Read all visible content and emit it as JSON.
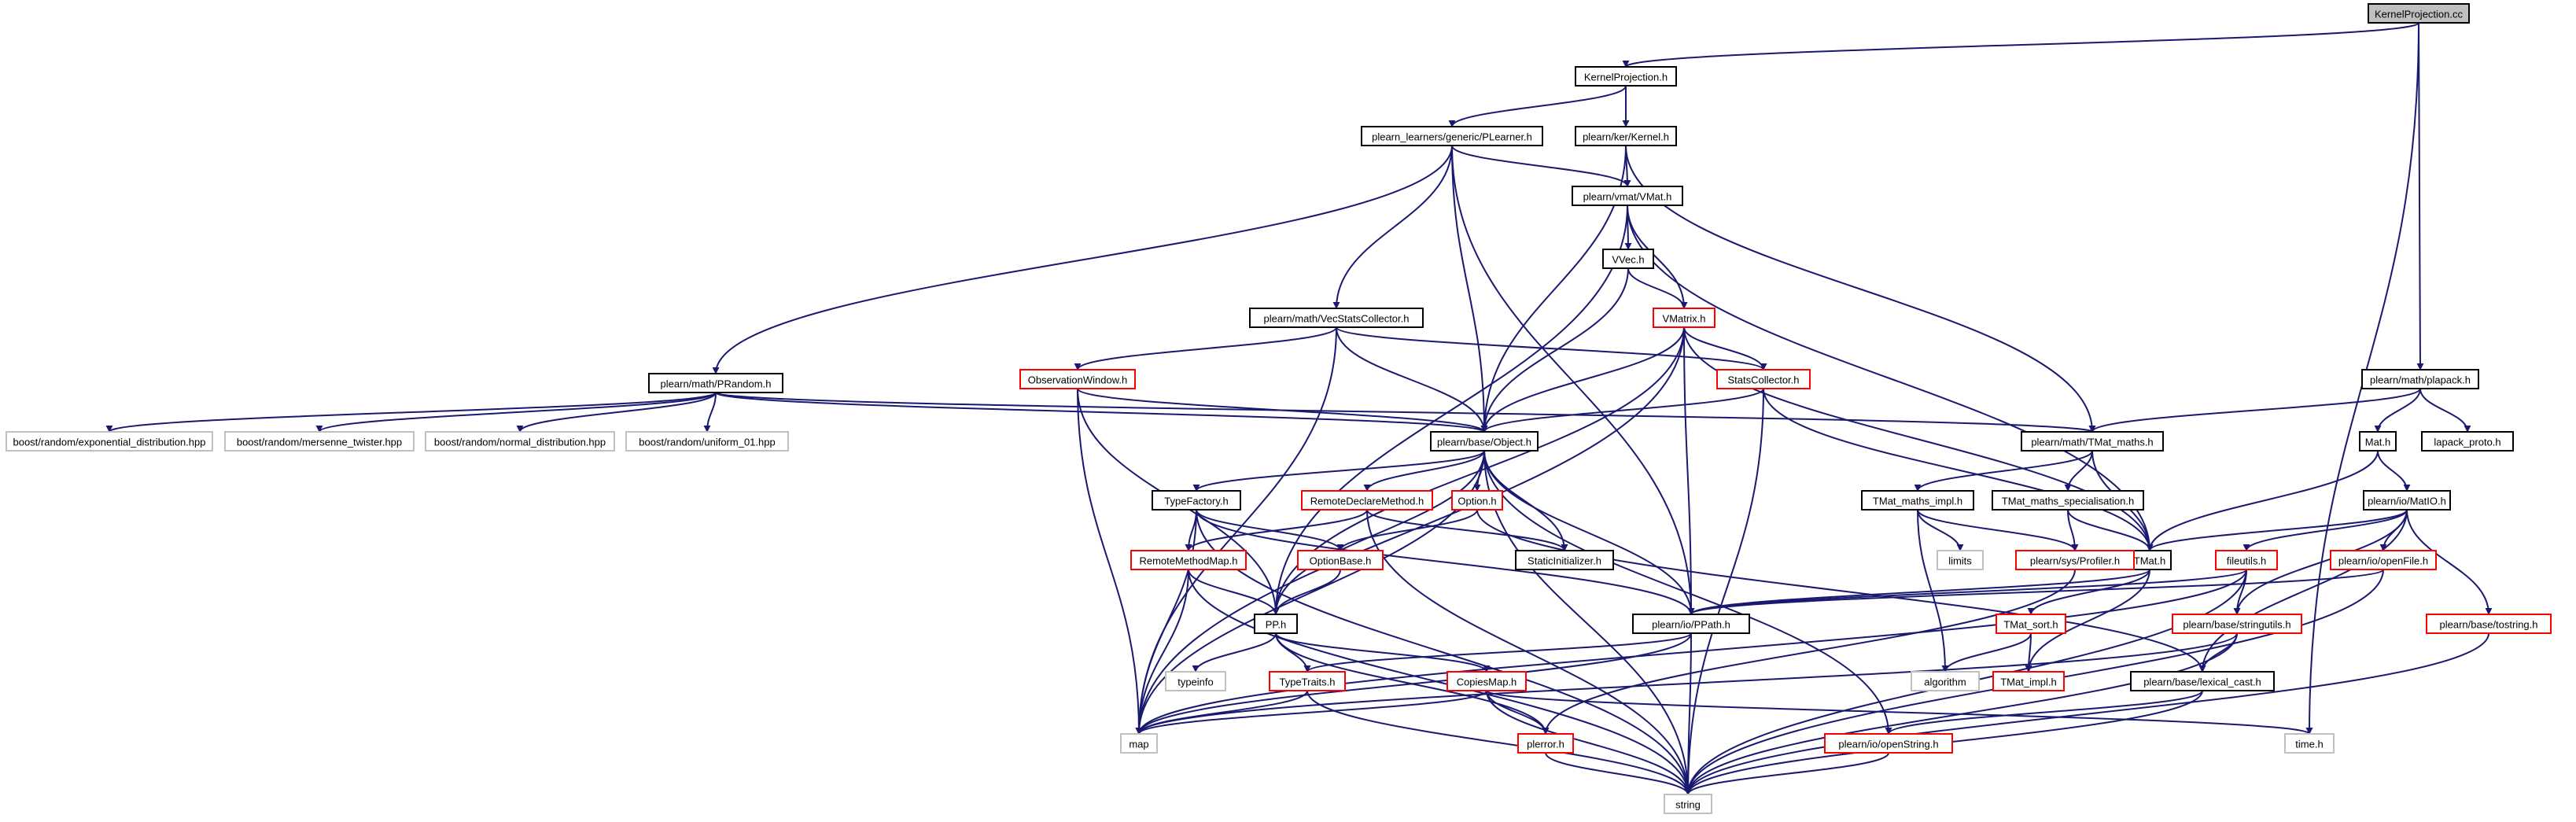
{
  "graph": {
    "nodes": {
      "KernelProjection_cc": "KernelProjection.cc",
      "KernelProjection_h": "KernelProjection.h",
      "GenericPLearner": "plearn_learners/generic/PLearner.h",
      "Kernel": "plearn/ker/Kernel.h",
      "VMat_h": "plearn/vmat/VMat.h",
      "VVec": "VVec.h",
      "VMatrix": "VMatrix.h",
      "VecStatsCollector": "plearn/math/VecStatsCollector.h",
      "ObservationWindow": "ObservationWindow.h",
      "StatsCollector": "StatsCollector.h",
      "PRandom": "plearn/math/PRandom.h",
      "exp_dist": "boost/random/exponential_distribution.hpp",
      "mersenne": "boost/random/mersenne_twister.hpp",
      "normal_dist": "boost/random/normal_distribution.hpp",
      "uniform01": "boost/random/uniform_01.hpp",
      "Object": "plearn/base/Object.h",
      "TMat_maths": "plearn/math/TMat_maths.h",
      "plapack": "plearn/math/plapack.h",
      "Mat": "Mat.h",
      "lapack_proto": "lapack_proto.h",
      "TypeFactory": "TypeFactory.h",
      "RemoteDeclareMethod": "RemoteDeclareMethod.h",
      "Option": "Option.h",
      "StaticInitializer": "StaticInitializer.h",
      "TMat_maths_impl": "TMat_maths_impl.h",
      "TMat_maths_spec": "TMat_maths_specialisation.h",
      "TMat": "TMat.h",
      "MatIO": "plearn/io/MatIO.h",
      "RemoteMethodMap": "RemoteMethodMap.h",
      "OptionBase": "OptionBase.h",
      "limits": "limits",
      "Profiler": "plearn/sys/Profiler.h",
      "fileutils": "fileutils.h",
      "openFile": "plearn/io/openFile.h",
      "PP": "PP.h",
      "PPath": "plearn/io/PPath.h",
      "TMat_sort": "TMat_sort.h",
      "stringutils": "plearn/base/stringutils.h",
      "tostring": "plearn/base/tostring.h",
      "typeinfo": "typeinfo",
      "TypeTraits": "TypeTraits.h",
      "CopiesMap": "CopiesMap.h",
      "algorithm": "algorithm",
      "TMat_impl": "TMat_impl.h",
      "lexical_cast": "plearn/base/lexical_cast.h",
      "map": "map",
      "plerror": "plerror.h",
      "openString": "plearn/io/openString.h",
      "time": "time.h",
      "string": "string"
    }
  }
}
